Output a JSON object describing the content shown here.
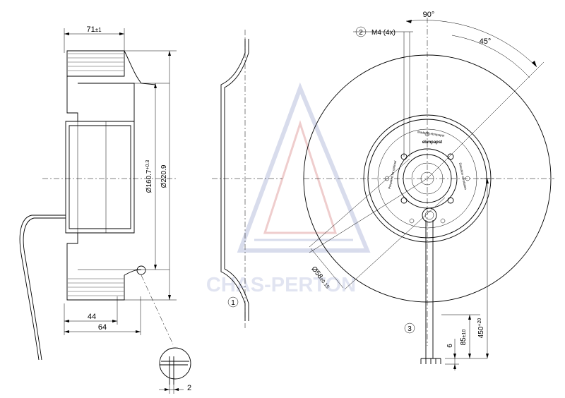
{
  "watermark": {
    "text": "CHAS-PERTON",
    "color": "#c9cfe6",
    "accent": "#e6a8a8"
  },
  "side_view": {
    "width_dim": "71",
    "width_tol": "±1",
    "dim_44": "44",
    "dim_64": "64",
    "dia_inner": "Ø160.7",
    "dia_inner_tol": "+0.3",
    "dia_outer": "Ø220.9"
  },
  "profile_view": {
    "callout": "1"
  },
  "detail": {
    "dim_2": "2"
  },
  "front_view": {
    "angle_90": "90°",
    "angle_45": "45°",
    "callout_2": "2",
    "screw_spec": "M4 (4x)",
    "hub_dia": "Ø58",
    "hub_dia_tol": "±0.15",
    "callout_3": "3",
    "dim_6": "6",
    "dim_85": "85",
    "dim_85_tol": "±10",
    "dim_450": "450",
    "dim_450_tol": "+20",
    "label_brand": "ebmpapst",
    "label_made": "Made by ebmpapst",
    "label_left": "Prepared for optimal",
    "label_right": "Direction of rotation"
  }
}
